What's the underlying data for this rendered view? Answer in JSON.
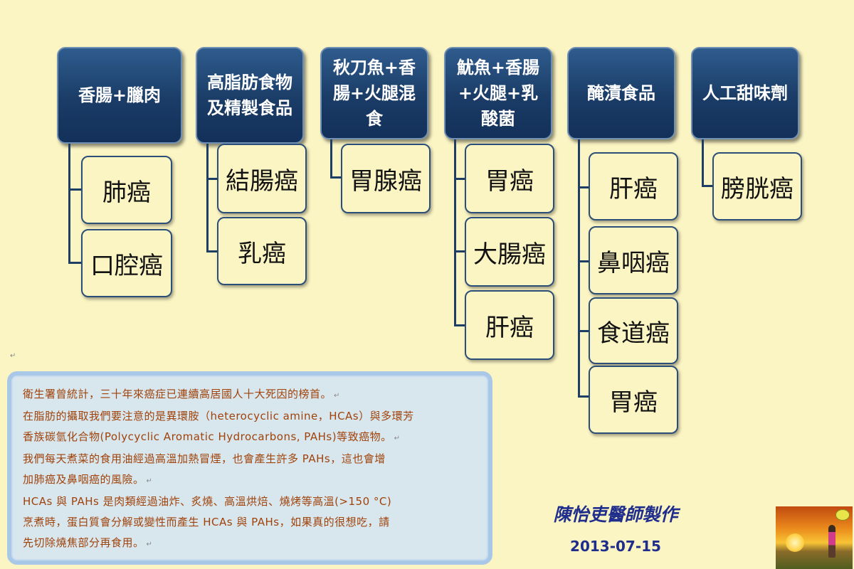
{
  "columns": [
    {
      "header": "香腸+臘肉",
      "cancers": [
        "肺癌",
        "口腔癌"
      ]
    },
    {
      "header": "高脂肪食物及精製食品",
      "cancers": [
        "結腸癌",
        "乳癌"
      ]
    },
    {
      "header": "秋刀魚+香腸+火腿混食",
      "cancers": [
        "胃腺癌"
      ]
    },
    {
      "header": "魷魚+香腸+火腿+乳酸菌",
      "cancers": [
        "胃癌",
        "大腸癌",
        "肝癌"
      ]
    },
    {
      "header": "醃漬食品",
      "cancers": [
        "肝癌",
        "鼻咽癌",
        "食道癌",
        "胃癌"
      ]
    },
    {
      "header": "人工甜味劑",
      "cancers": [
        "膀胱癌"
      ]
    }
  ],
  "note": {
    "lines": [
      "衛生署曾統計，三十年來癌症已連續高居國人十大死因的榜首。",
      "在脂肪的攝取我們要注意的是異環胺（heterocyclic amine，HCAs）與多環芳",
      "香族碳氫化合物(Polycyclic Aromatic Hydrocarbons, PAHs)等致癌物。",
      "我們每天煮菜的食用油經過高溫加熱冒煙，也會產生許多 PAHs，這也會增",
      "加肺癌及鼻咽癌的風險。",
      "HCAs 與 PAHs 是肉類經過油炸、炙燒、高溫烘焙、燒烤等高溫(>150 °C)",
      "烹煮時，蛋白質會分解或變性而產生 HCAs 與 PAHs，如果真的很想吃，請",
      "先切除燒焦部分再食用。"
    ]
  },
  "author": "陳怡吏醫師製作",
  "date": "2013-07-15",
  "colors": {
    "header_bg": "#1a3c66",
    "page_bg": "#fbf5c4",
    "note_text": "#a0420a",
    "author_text": "#1f2d8c"
  }
}
